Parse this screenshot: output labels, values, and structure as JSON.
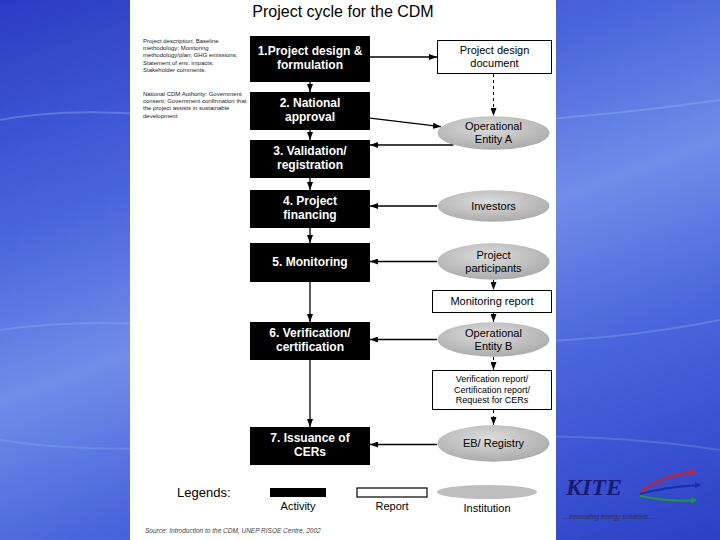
{
  "diagram": {
    "title": "Project cycle for the CDM",
    "nodes": [
      {
        "text": [
          "1.Project design & formulation"
        ]
      },
      {
        "text": [
          "Project design document"
        ]
      },
      {
        "text": [
          "2. National approval"
        ]
      },
      {
        "text": [
          "Operational Entity A"
        ]
      },
      {
        "text": [
          "3. Validation/ registration"
        ]
      },
      {
        "text": [
          "4. Project financing"
        ]
      },
      {
        "text": [
          "Investors"
        ]
      },
      {
        "text": [
          "5. Monitoring"
        ]
      },
      {
        "text": [
          "Project participants"
        ]
      },
      {
        "text": [
          "Monitoring report"
        ]
      },
      {
        "text": [
          "6. Verification/ certification"
        ]
      },
      {
        "text": [
          "Operational Entity B"
        ]
      },
      {
        "text": [
          "Verification report/ Certification report/ Request for CERs"
        ]
      },
      {
        "text": [
          "7. Issuance of CERs"
        ]
      },
      {
        "text": [
          "EB/ Registry"
        ]
      }
    ],
    "edges": [
      {
        "from": 0,
        "to": 1,
        "arrow": "to"
      },
      {
        "from": 0,
        "to": 2,
        "arrow": "to"
      },
      {
        "from": 1,
        "to": 3,
        "arrow": "to"
      },
      {
        "from": 2,
        "to": 3,
        "arrow": "to"
      },
      {
        "from": 2,
        "to": 4,
        "arrow": "to"
      },
      {
        "from": 3,
        "to": 4,
        "arrow": "to"
      },
      {
        "from": 4,
        "to": 5,
        "arrow": "to"
      },
      {
        "from": 6,
        "to": 5,
        "arrow": "to"
      },
      {
        "from": 5,
        "to": 7,
        "arrow": "to"
      },
      {
        "from": 8,
        "to": 7,
        "arrow": "to"
      },
      {
        "from": 8,
        "to": 9,
        "arrow": "to"
      },
      {
        "from": 7,
        "to": 10,
        "arrow": "to"
      },
      {
        "from": 9,
        "to": 11,
        "arrow": "to"
      },
      {
        "from": 11,
        "to": 10,
        "arrow": "to"
      },
      {
        "from": 11,
        "to": 12,
        "arrow": "to"
      },
      {
        "from": 10,
        "to": 13,
        "arrow": "to"
      },
      {
        "from": 12,
        "to": 14,
        "arrow": "to"
      },
      {
        "from": 14,
        "to": 13,
        "arrow": "to"
      }
    ],
    "labels": [
      "Project description; Baseline methodology; Monitoring methodology/plan; GHG emissions; Statement of env. impacts; Stakeholder comments.",
      "National CDM Authority: Government consent; Government confirmation that the project assists in sustainable development",
      "Legends:",
      "Source: Introduction to the CDM, UNEP RISOE Centre, 2002",
      "KITE",
      "....innovating energy solutions...."
    ],
    "legend": [
      {
        "text": "Activity",
        "color": "#000000"
      },
      {
        "text": "Report"
      },
      {
        "text": "Institution"
      }
    ]
  }
}
